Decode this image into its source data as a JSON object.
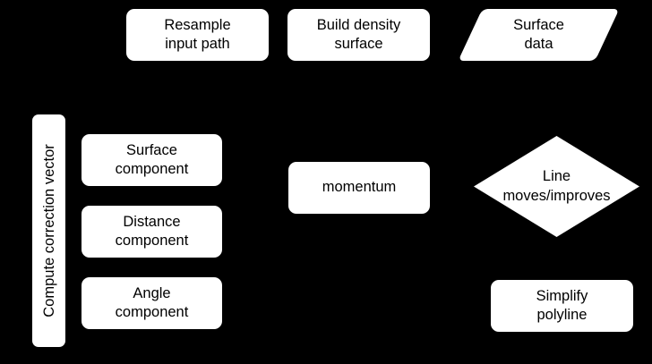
{
  "diagram": {
    "background_color": "#000000",
    "node_fill_color": "#ffffff",
    "node_text_color": "#000000",
    "nodes": [
      {
        "id": "resample",
        "label": "Resample\ninput path",
        "shape": "process"
      },
      {
        "id": "density",
        "label": "Build density\nsurface",
        "shape": "process"
      },
      {
        "id": "surface",
        "label": "Surface\ndata",
        "shape": "data"
      },
      {
        "id": "lane",
        "label": "Compute correction vector",
        "shape": "lane"
      },
      {
        "id": "surfcomp",
        "label": "Surface\ncomponent",
        "shape": "process"
      },
      {
        "id": "distcomp",
        "label": "Distance\ncomponent",
        "shape": "process"
      },
      {
        "id": "anglecomp",
        "label": "Angle\ncomponent",
        "shape": "process"
      },
      {
        "id": "momentum",
        "label": "momentum",
        "shape": "process"
      },
      {
        "id": "decision",
        "label": "Line\nmoves/improves",
        "shape": "decision"
      },
      {
        "id": "simplify",
        "label": "Simplify\npolyline",
        "shape": "process"
      }
    ]
  }
}
